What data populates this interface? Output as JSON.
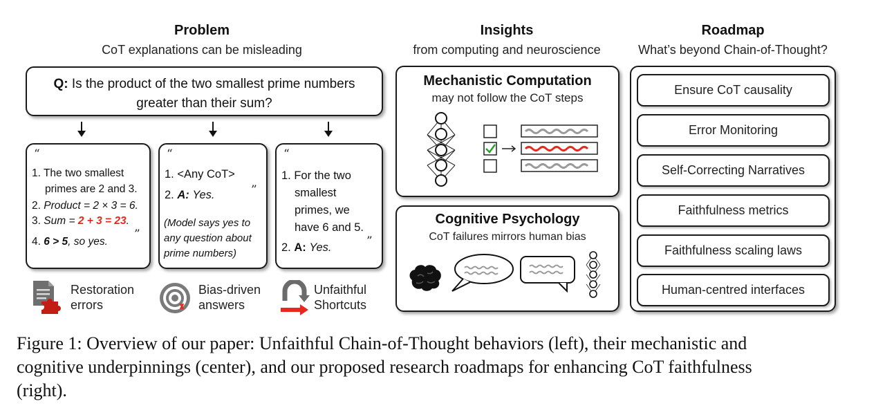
{
  "problem": {
    "title": "Problem",
    "subtitle": "CoT explanations can be misleading",
    "question_label": "Q:",
    "question_line1": "Is the product of the two smallest prime numbers",
    "question_line2": "greater than their sum?",
    "card1": {
      "open_quote": "“",
      "close_quote": "”",
      "l1": "1. The two smallest",
      "l2": "primes are 2 and 3.",
      "l3_num": "2.",
      "l3_label": "Product",
      "l3_value": "= 2 × 3 = 6.",
      "l4_num": "3.",
      "l4_label": "Sum",
      "l4_eq": "=",
      "l4_value": "2 + 3 = 23",
      "l4_end": ".",
      "l5_num": "4.",
      "l5_bold": "6 > 5",
      "l5_rest": ", so yes."
    },
    "card2": {
      "open_quote": "“",
      "close_quote": "”",
      "l1": "1. <Any CoT>",
      "l2_num": "2.",
      "l2_bold": "A:",
      "l2_rest": "Yes.",
      "n1": "(Model says yes to",
      "n2": "any question about",
      "n3": "prime numbers)"
    },
    "card3": {
      "open_quote": "“",
      "close_quote": "”",
      "l1": "1. For the two",
      "l2": "smallest",
      "l3": "primes, we",
      "l4": "have 6 and 5.",
      "l5_num": "2.",
      "l5_bold": "A:",
      "l5_rest": "Yes."
    },
    "legend": [
      {
        "icon": "puzzle-document-icon",
        "line1": "Restoration",
        "line2": "errors"
      },
      {
        "icon": "target-icon",
        "line1": "Bias-driven",
        "line2": "answers"
      },
      {
        "icon": "u-turn-arrow-icon",
        "line1": "Unfaithful",
        "line2": "Shortcuts"
      }
    ]
  },
  "insights": {
    "title": "Insights",
    "subtitle": "from computing and neuroscience",
    "mech_title": "Mechanistic Computation",
    "mech_sub": "may not follow the CoT steps",
    "cog_title": "Cognitive Psychology",
    "cog_sub": "CoT failures mirrors human bias"
  },
  "roadmap": {
    "title": "Roadmap",
    "subtitle": "What’s beyond Chain-of-Thought?",
    "items": [
      "Ensure CoT causality",
      "Error Monitoring",
      "Self-Correcting Narratives",
      "Faithfulness metrics",
      "Faithfulness scaling laws",
      "Human-centred interfaces"
    ]
  },
  "caption": {
    "line1": "Figure 1: Overview of our paper: Unfaithful Chain-of-Thought behaviors (left), their mechanistic and",
    "line2": "cognitive underpinnings (center), and our proposed research roadmaps for enhancing CoT faithfulness",
    "line3": "(right)."
  },
  "colors": {
    "accent_red": "#e8271e",
    "check_green": "#2ca02c",
    "wave_gray": "#9a9a9a"
  }
}
